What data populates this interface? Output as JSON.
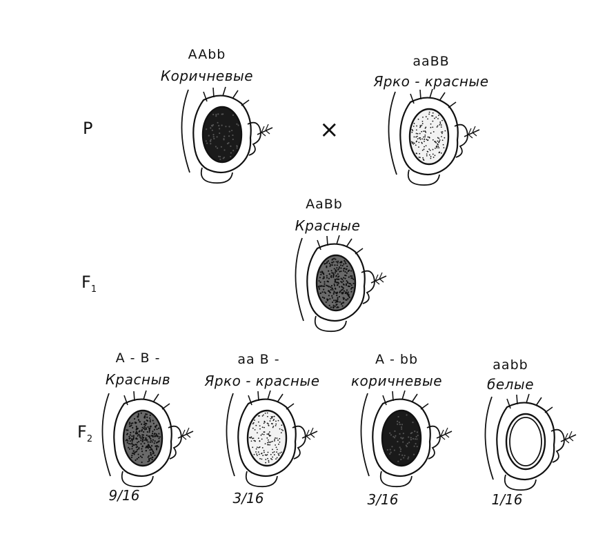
{
  "rows": {
    "p": "P",
    "f1": "F",
    "f1_sub": "1",
    "f2": "F",
    "f2_sub": "2"
  },
  "cross_symbol": "×",
  "parents": [
    {
      "genotype": "AAbb",
      "phenotype": "Коричневые",
      "fill": "dark"
    },
    {
      "genotype": "aaBB",
      "phenotype": "Ярко - красные",
      "fill": "light"
    }
  ],
  "f1": {
    "genotype": "AaBb",
    "phenotype": "Красные",
    "fill": "medium"
  },
  "f2": [
    {
      "genotype": "A - B -",
      "phenotype": "Красныв",
      "ratio": "9/16",
      "fill": "medium"
    },
    {
      "genotype": "aa B -",
      "phenotype": "Ярко - красные",
      "ratio": "3/16",
      "fill": "light"
    },
    {
      "genotype": "A - bb",
      "phenotype": "коричневые",
      "ratio": "3/16",
      "fill": "dark"
    },
    {
      "genotype": "aabb",
      "phenotype": "белые",
      "ratio": "1/16",
      "fill": "white"
    }
  ]
}
